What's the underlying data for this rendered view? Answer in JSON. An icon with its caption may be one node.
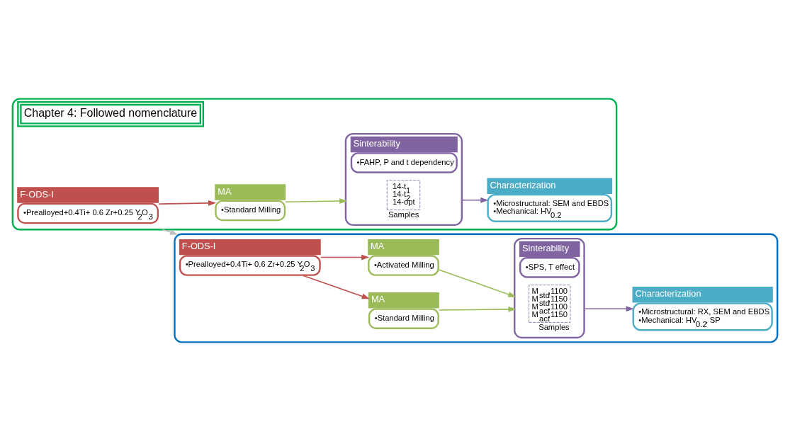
{
  "diagram": {
    "nodes": [
      {
        "text": [
          "Chapter 4: Followed nomenclature"
        ]
      },
      {
        "text": [
          "F-ODS-I",
          "•Prealloyed+0.4Ti+ 0.6 Zr+0.25 Y$_{2}$O$_{3}$"
        ],
        "in": 0
      },
      {
        "text": [
          "MA",
          "•Standard Milling"
        ],
        "in": 0
      },
      {
        "text": [
          "Sinterability",
          "•FAHP, P and t dependency"
        ],
        "in": 0
      },
      {
        "text": [
          "14-t$_{1}$",
          "14-t$_{2}$",
          "14-opt"
        ],
        "beside": [
          "Samples"
        ],
        "in": 3
      },
      {
        "text": [
          "Characterization",
          "•Microstructural: SEM and EBDS",
          "•Mechanical: HV$_{0.2}$"
        ],
        "in": 0
      },
      {
        "text": [],
        "shape": "box"
      },
      {
        "text": [
          "F-ODS-I",
          "•Prealloyed+0.4Ti+ 0.6 Zr+0.25 Y$_{2}$O$_{3}$"
        ],
        "in": 6
      },
      {
        "text": [
          "MA",
          "•Standard Milling"
        ],
        "in": 6
      },
      {
        "text": [
          "Sinterability",
          "•SPS, T effect"
        ],
        "in": 6
      },
      {
        "text": [
          "M$_{std}$,1100",
          "M$_{std}$,1150",
          "M$_{act}$,1100",
          "M$_{act}$,1150"
        ],
        "beside": [
          "Samples"
        ],
        "in": 9
      },
      {
        "text": [
          "Characterization",
          "•Microstructural: RX, SEM and EBDS",
          "•Mechanical: HV$_{0.2}$, SP"
        ],
        "in": 6
      },
      {
        "text": [
          "MA",
          "•Activated Milling"
        ],
        "in": 6
      }
    ],
    "edges": [
      {
        "from": 1,
        "to": 2,
        "arrow": "to",
        "color": "#c0504d"
      },
      {
        "from": 2,
        "to": 3,
        "arrow": "to",
        "color": "#9bbb59"
      },
      {
        "from": 3,
        "to": 5,
        "arrow": "to",
        "color": "#8064a2"
      },
      {
        "from": 0,
        "to": 6,
        "arrow": "to",
        "color": "#bfbfbf"
      },
      {
        "from": 7,
        "to": 8,
        "arrow": "to",
        "color": "#c0504d"
      },
      {
        "from": 8,
        "to": 9,
        "arrow": "to",
        "color": "#9bbb59"
      },
      {
        "from": 9,
        "to": 11,
        "arrow": "to",
        "color": "#8064a2"
      },
      {
        "from": 7,
        "to": 12,
        "arrow": "to",
        "color": "#c0504d"
      },
      {
        "from": 12,
        "to": 9,
        "arrow": "to",
        "color": "#9bbb59"
      }
    ]
  }
}
